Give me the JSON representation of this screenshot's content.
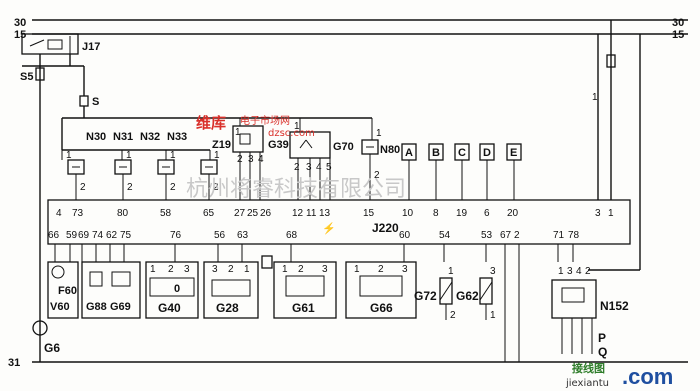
{
  "buses": {
    "b30": "30",
    "b15": "15",
    "b31": "31"
  },
  "relays": {
    "j17": "J17",
    "s5": "S5",
    "s": "S"
  },
  "upper_loads": {
    "n30": "N30",
    "n31": "N31",
    "n32": "N32",
    "n33": "N33",
    "z19": "Z19",
    "g39": "G39",
    "g70": "G70",
    "n80": "N80"
  },
  "connectors": {
    "a": "A",
    "b": "B",
    "c": "C",
    "d": "D",
    "e": "E"
  },
  "ecu": {
    "name": "J220"
  },
  "top_pins": [
    "4",
    "73",
    "80",
    "58",
    "65",
    "27",
    "25",
    "26",
    "12",
    "11",
    "13",
    "15",
    "10",
    "8",
    "19",
    "6",
    "20",
    "3",
    "1"
  ],
  "bottom_pins": [
    "66",
    "59",
    "69",
    "74",
    "62",
    "75",
    "76",
    "56",
    "63",
    "68",
    "60",
    "54",
    "53",
    "67",
    "2",
    "71",
    "78"
  ],
  "lower_components": {
    "f60": "F60",
    "v60": "V60",
    "g88": "G88",
    "g69": "G69",
    "g40": "G40",
    "g28": "G28",
    "g61": "G61",
    "g66": "G66",
    "g72": "G72",
    "g62": "G62",
    "n152": "N152",
    "g6": "G6",
    "p": "P",
    "q": "Q"
  },
  "small_pins": {
    "one": "1",
    "two": "2",
    "three": "3",
    "four": "4",
    "five": "5",
    "zero": "0"
  },
  "watermarks": {
    "brand": "维库",
    "site": "电子市场网",
    "url": "dzsc.com",
    "company": "杭州将睿科技有限公司",
    "jxt": "接线图",
    "jxt_url": "jiexiantu",
    "com": ".com"
  }
}
